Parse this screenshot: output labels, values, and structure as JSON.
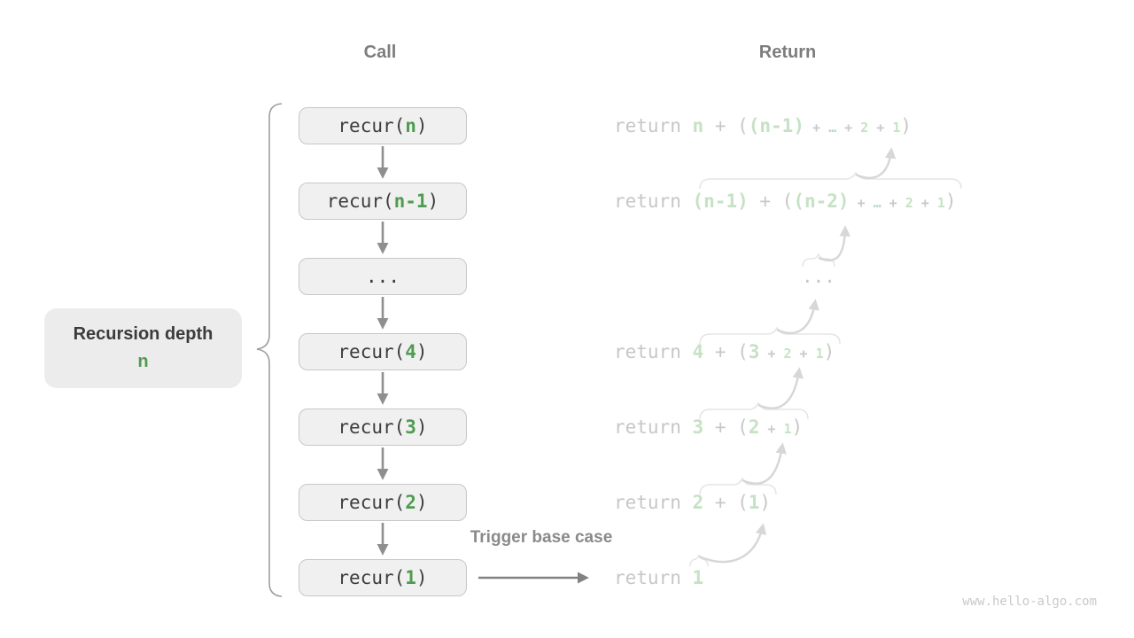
{
  "headers": {
    "call": "Call",
    "return": "Return"
  },
  "depth_label": {
    "title": "Recursion depth",
    "value": "n"
  },
  "trigger_label": "Trigger base case",
  "watermark": "www.hello-algo.com",
  "colors": {
    "accent_green": "#4f9c51",
    "pale_green": "#c6e2c5",
    "pale_blue": "#b8d2da",
    "box_background": "#f0f0f0",
    "box_border": "#c7c7c7",
    "faded_gray_text": "#c7c7c7",
    "header_gray": "#7d7d7d"
  },
  "call_boxes": [
    {
      "name": "recur-n",
      "segments": [
        {
          "t": "recur(",
          "c": "dark"
        },
        {
          "t": "n",
          "c": "green"
        },
        {
          "t": ")",
          "c": "dark"
        }
      ]
    },
    {
      "name": "recur-n-1",
      "segments": [
        {
          "t": "recur(",
          "c": "dark"
        },
        {
          "t": "n-1",
          "c": "green"
        },
        {
          "t": ")",
          "c": "dark"
        }
      ]
    },
    {
      "name": "ellipsis",
      "segments": [
        {
          "t": "...",
          "c": "dark"
        }
      ]
    },
    {
      "name": "recur-4",
      "segments": [
        {
          "t": "recur(",
          "c": "dark"
        },
        {
          "t": "4",
          "c": "green"
        },
        {
          "t": ")",
          "c": "dark"
        }
      ]
    },
    {
      "name": "recur-3",
      "segments": [
        {
          "t": "recur(",
          "c": "dark"
        },
        {
          "t": "3",
          "c": "green"
        },
        {
          "t": ")",
          "c": "dark"
        }
      ]
    },
    {
      "name": "recur-2",
      "segments": [
        {
          "t": "recur(",
          "c": "dark"
        },
        {
          "t": "2",
          "c": "green"
        },
        {
          "t": ")",
          "c": "dark"
        }
      ]
    },
    {
      "name": "recur-1",
      "segments": [
        {
          "t": "recur(",
          "c": "dark"
        },
        {
          "t": "1",
          "c": "green"
        },
        {
          "t": ")",
          "c": "dark"
        }
      ]
    }
  ],
  "return_lines": [
    {
      "name": "return-n",
      "segments": [
        {
          "t": "return ",
          "c": "gray"
        },
        {
          "t": "n",
          "c": "pale-green"
        },
        {
          "t": " + (",
          "c": "gray"
        },
        {
          "t": "(n-1)",
          "c": "pale-green"
        },
        {
          "t": " + ",
          "c": "sm-gray"
        },
        {
          "t": "…",
          "c": "sm-blue"
        },
        {
          "t": " + ",
          "c": "sm-gray"
        },
        {
          "t": "2",
          "c": "sm-green"
        },
        {
          "t": " + ",
          "c": "sm-gray"
        },
        {
          "t": "1",
          "c": "sm-green"
        },
        {
          "t": ")",
          "c": "gray"
        }
      ]
    },
    {
      "name": "return-n-1",
      "segments": [
        {
          "t": "return ",
          "c": "gray"
        },
        {
          "t": "(n-1)",
          "c": "pale-green"
        },
        {
          "t": " + (",
          "c": "gray"
        },
        {
          "t": "(n-2)",
          "c": "pale-green"
        },
        {
          "t": " + ",
          "c": "sm-gray"
        },
        {
          "t": "…",
          "c": "sm-blue"
        },
        {
          "t": " + ",
          "c": "sm-gray"
        },
        {
          "t": "2",
          "c": "sm-green"
        },
        {
          "t": " + ",
          "c": "sm-gray"
        },
        {
          "t": "1",
          "c": "sm-green"
        },
        {
          "t": ")",
          "c": "gray"
        }
      ]
    },
    {
      "name": "return-ellipsis",
      "segments": [
        {
          "t": "...",
          "c": "gray"
        }
      ]
    },
    {
      "name": "return-4",
      "segments": [
        {
          "t": "return ",
          "c": "gray"
        },
        {
          "t": "4",
          "c": "pale-green"
        },
        {
          "t": " + (",
          "c": "gray"
        },
        {
          "t": "3",
          "c": "pale-green"
        },
        {
          "t": " + ",
          "c": "sm-gray"
        },
        {
          "t": "2",
          "c": "sm-green"
        },
        {
          "t": " + ",
          "c": "sm-gray"
        },
        {
          "t": "1",
          "c": "sm-green"
        },
        {
          "t": ")",
          "c": "gray"
        }
      ]
    },
    {
      "name": "return-3",
      "segments": [
        {
          "t": "return ",
          "c": "gray"
        },
        {
          "t": "3",
          "c": "pale-green"
        },
        {
          "t": " + (",
          "c": "gray"
        },
        {
          "t": "2",
          "c": "pale-green"
        },
        {
          "t": " + ",
          "c": "sm-gray"
        },
        {
          "t": "1",
          "c": "sm-green"
        },
        {
          "t": ")",
          "c": "gray"
        }
      ]
    },
    {
      "name": "return-2",
      "segments": [
        {
          "t": "return ",
          "c": "gray"
        },
        {
          "t": "2",
          "c": "pale-green"
        },
        {
          "t": " + (",
          "c": "gray"
        },
        {
          "t": "1",
          "c": "pale-green"
        },
        {
          "t": ")",
          "c": "gray"
        }
      ]
    },
    {
      "name": "return-1",
      "segments": [
        {
          "t": "return ",
          "c": "gray"
        },
        {
          "t": "1",
          "c": "pale-green"
        }
      ]
    }
  ]
}
